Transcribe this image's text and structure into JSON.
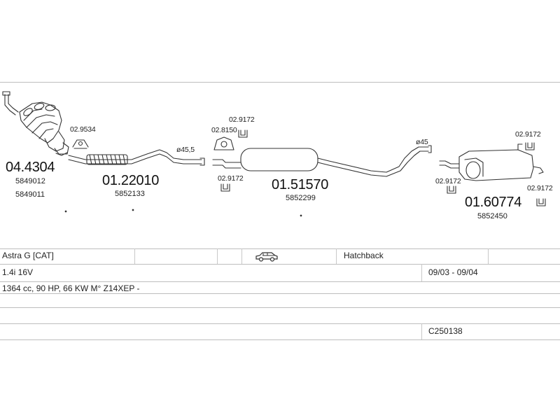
{
  "parts": {
    "manifold": {
      "number": "04.4304",
      "refs": [
        "5849012",
        "5849011"
      ]
    },
    "front_pipe": {
      "number": "01.22010",
      "ref": "5852133"
    },
    "center_silencer": {
      "number": "01.51570",
      "ref": "5852299"
    },
    "rear_silencer": {
      "number": "01.60774",
      "ref": "5852450"
    }
  },
  "fittings": {
    "clamp_front": "02.9534",
    "hanger_center_top": "02.9172",
    "clamp_center": "02.8150",
    "hanger_center_bottom": "02.9172",
    "hanger_rear_left": "02.9172",
    "hanger_rear_top": "02.9172",
    "hanger_rear_right": "02.9172"
  },
  "diameters": {
    "front": "ø45,5",
    "rear": "ø45"
  },
  "vehicle": {
    "model": "Astra G  [CAT]",
    "body": "Hatchback",
    "engine": "1.4i 16V",
    "years": "09/03 - 09/04",
    "specs": "1364 cc, 90 HP, 66 KW  M° Z14XEP -",
    "code": "C250138"
  },
  "icons": {
    "car": "car-icon"
  }
}
